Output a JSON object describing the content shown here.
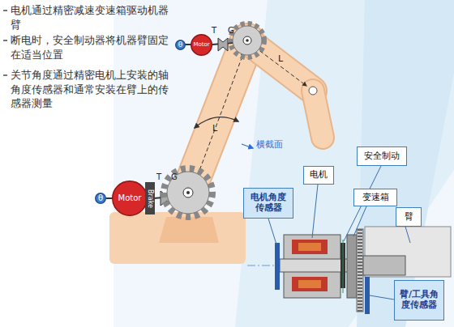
{
  "diagram": {
    "nodes": [
      {
        "text": [
          "θ"
        ]
      },
      {
        "text": [
          "Motor"
        ]
      },
      {
        "text": [
          "安全制动"
        ]
      },
      {
        "text": [
          "电机"
        ]
      },
      {
        "text": [
          "θ"
        ]
      },
      {
        "text": [
          "Motor"
        ]
      },
      {
        "text": [
          "Brake"
        ]
      },
      {
        "text": [
          "电机角度传感器"
        ]
      },
      {
        "text": [
          "变速箱"
        ]
      },
      {
        "text": [
          "臂"
        ]
      },
      {
        "text": [
          "臂/工具角度传感器"
        ]
      }
    ],
    "labels": [
      "电机通过精密减速变速箱驱动机器臂",
      "断电时，安全制动器将机器臂固定在适当位置",
      "关节角度通过精密电机上安装的轴角度传感器和通常安装在臂上的传感器测量",
      "T",
      "G",
      "L",
      "L",
      "横截面",
      "T",
      "G"
    ]
  }
}
